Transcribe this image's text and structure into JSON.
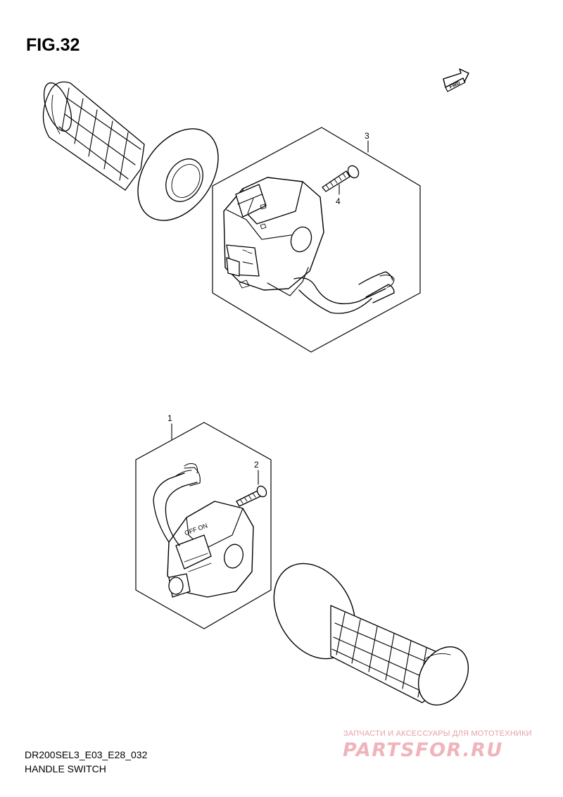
{
  "figure": {
    "title": "FIG.32"
  },
  "fwd_label": "FWD",
  "callouts": [
    "1",
    "2",
    "3",
    "4"
  ],
  "footer": {
    "code": "DR200SEL3_E03_E28_032",
    "name": "HANDLE SWITCH"
  },
  "watermark": {
    "tagline": "ЗАПЧАСТИ И АКСЕССУАРЫ ДЛЯ МОТОТЕХНИКИ",
    "logo": "PARTSFOR.RU",
    "color": "#f0b4bb"
  }
}
